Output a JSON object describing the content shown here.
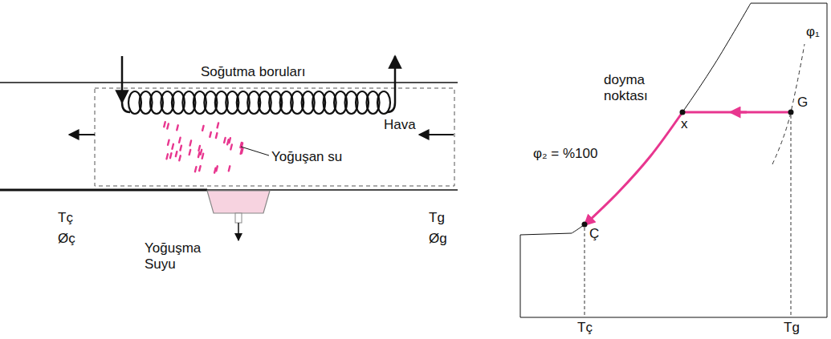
{
  "diagram": {
    "labels": [
      "Soğutma boruları",
      "Hava",
      "Yoğuşan su",
      "Tç",
      "Øç",
      "Yoğuşma Suyu",
      "Tg",
      "Øg",
      "doyma noktası",
      "G",
      "x",
      "φ₁",
      "φ₂ = %100",
      "Ç",
      "Tç",
      "Tg"
    ]
  }
}
